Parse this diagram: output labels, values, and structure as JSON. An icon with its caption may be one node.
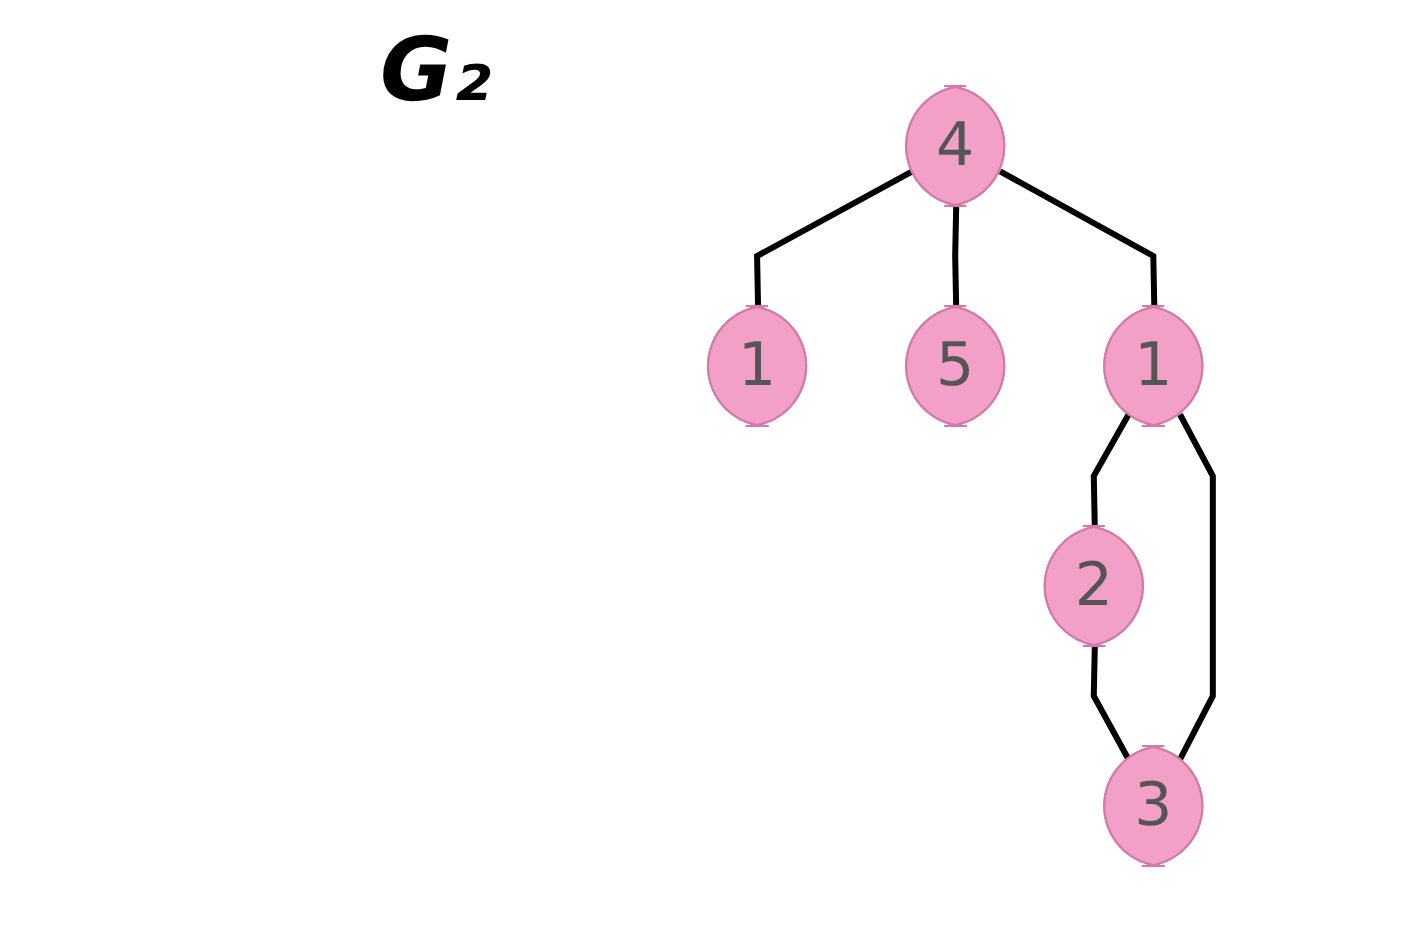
{
  "diagram": {
    "title": "G₂",
    "nodes": [
      {
        "text": [
          "1"
        ]
      },
      {
        "text": [
          "4"
        ]
      },
      {
        "text": [
          "5"
        ]
      },
      {
        "text": [
          "1"
        ]
      },
      {
        "text": [
          "2"
        ]
      },
      {
        "text": [
          "3"
        ]
      }
    ],
    "edges": [
      {
        "from": 1,
        "to": 0,
        "arrow": "none"
      },
      {
        "from": 1,
        "to": 2,
        "arrow": "none"
      },
      {
        "from": 1,
        "to": 3,
        "arrow": "none"
      },
      {
        "from": 3,
        "to": 4,
        "arrow": "none"
      },
      {
        "from": 4,
        "to": 5,
        "arrow": "none"
      },
      {
        "from": 3,
        "to": 5,
        "arrow": "none"
      }
    ]
  }
}
